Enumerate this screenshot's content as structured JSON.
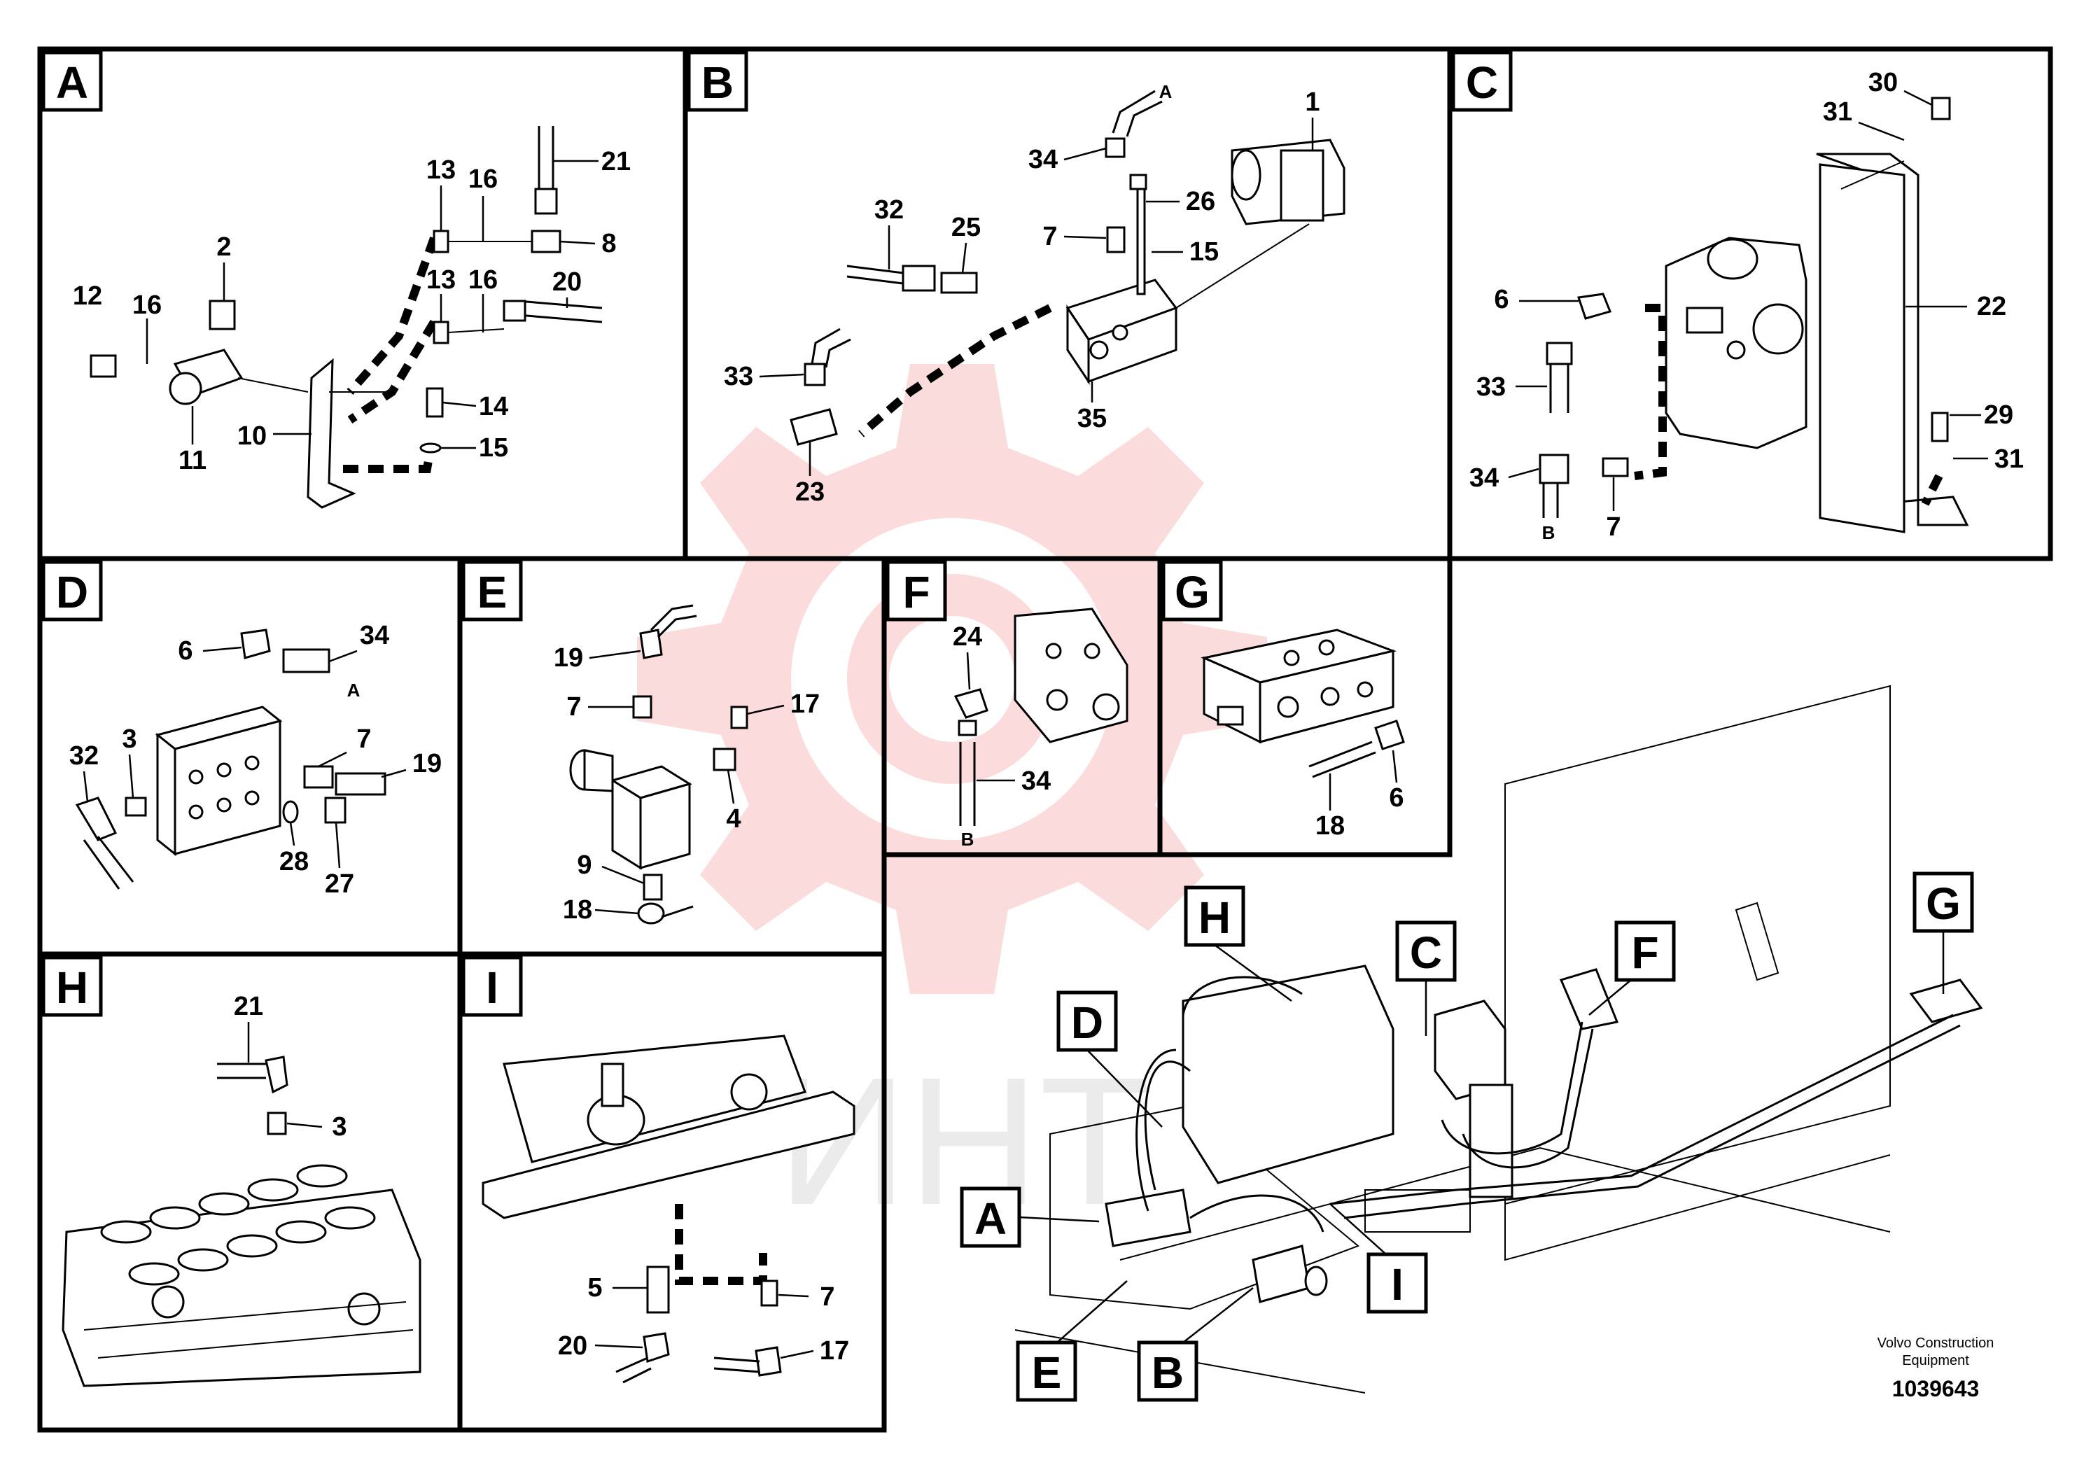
{
  "panels": [
    {
      "id": "A",
      "letter": "A"
    },
    {
      "id": "B",
      "letter": "B"
    },
    {
      "id": "C",
      "letter": "C"
    },
    {
      "id": "D",
      "letter": "D"
    },
    {
      "id": "E",
      "letter": "E"
    },
    {
      "id": "F",
      "letter": "F"
    },
    {
      "id": "G",
      "letter": "G"
    },
    {
      "id": "H",
      "letter": "H"
    },
    {
      "id": "I",
      "letter": "I"
    }
  ],
  "callouts": {
    "A": [
      "12",
      "16",
      "2",
      "11",
      "10",
      "13",
      "16",
      "21",
      "8",
      "13",
      "16",
      "20",
      "14",
      "15"
    ],
    "B": [
      "1",
      "34",
      "A",
      "26",
      "7",
      "15",
      "32",
      "25",
      "33",
      "35",
      "23"
    ],
    "C": [
      "30",
      "31",
      "6",
      "22",
      "33",
      "29",
      "31",
      "34",
      "B",
      "7"
    ],
    "D": [
      "6",
      "34",
      "A",
      "32",
      "3",
      "7",
      "19",
      "28",
      "27"
    ],
    "E": [
      "19",
      "7",
      "17",
      "4",
      "9",
      "18"
    ],
    "F": [
      "24",
      "34",
      "B"
    ],
    "G": [
      "18",
      "6"
    ],
    "H": [
      "21",
      "3"
    ],
    "I": [
      "5",
      "7",
      "20",
      "17"
    ]
  },
  "overview_tags": [
    "H",
    "C",
    "F",
    "G",
    "D",
    "A",
    "I",
    "E",
    "B"
  ],
  "footer": {
    "company_line1": "Volvo Construction",
    "company_line2": "Equipment",
    "drawing_number": "1039643"
  },
  "watermark_text": "ИНТ",
  "colors": {
    "watermark": "#e8262d",
    "line": "#000000",
    "background": "#ffffff"
  }
}
